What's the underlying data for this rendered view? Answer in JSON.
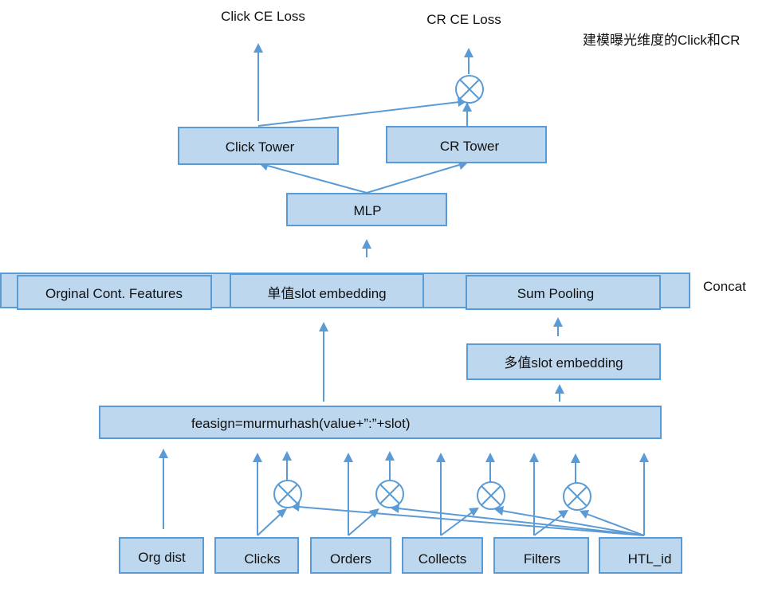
{
  "labels": {
    "click_loss": "Click CE Loss",
    "cr_loss": "CR CE Loss",
    "annotation": "建模曝光维度的Click和CR",
    "concat": "Concat"
  },
  "boxes": {
    "click_tower": "Click Tower",
    "cr_tower": "CR Tower",
    "mlp": "MLP",
    "orig_cont": "Orginal Cont. Features",
    "single_embed": "单值slot embedding",
    "sum_pooling": "Sum Pooling",
    "multi_embed": "多值slot embedding",
    "feasign": "feasign=murmurhash(value+”:”+slot)"
  },
  "inputs": [
    "Org dist",
    "Clicks",
    "Orders",
    "Collects",
    "Filters",
    "HTL_id"
  ],
  "colors": {
    "box_fill": "#bdd7ee",
    "box_stroke": "#5b9bd5",
    "edge": "#5b9bd5"
  }
}
